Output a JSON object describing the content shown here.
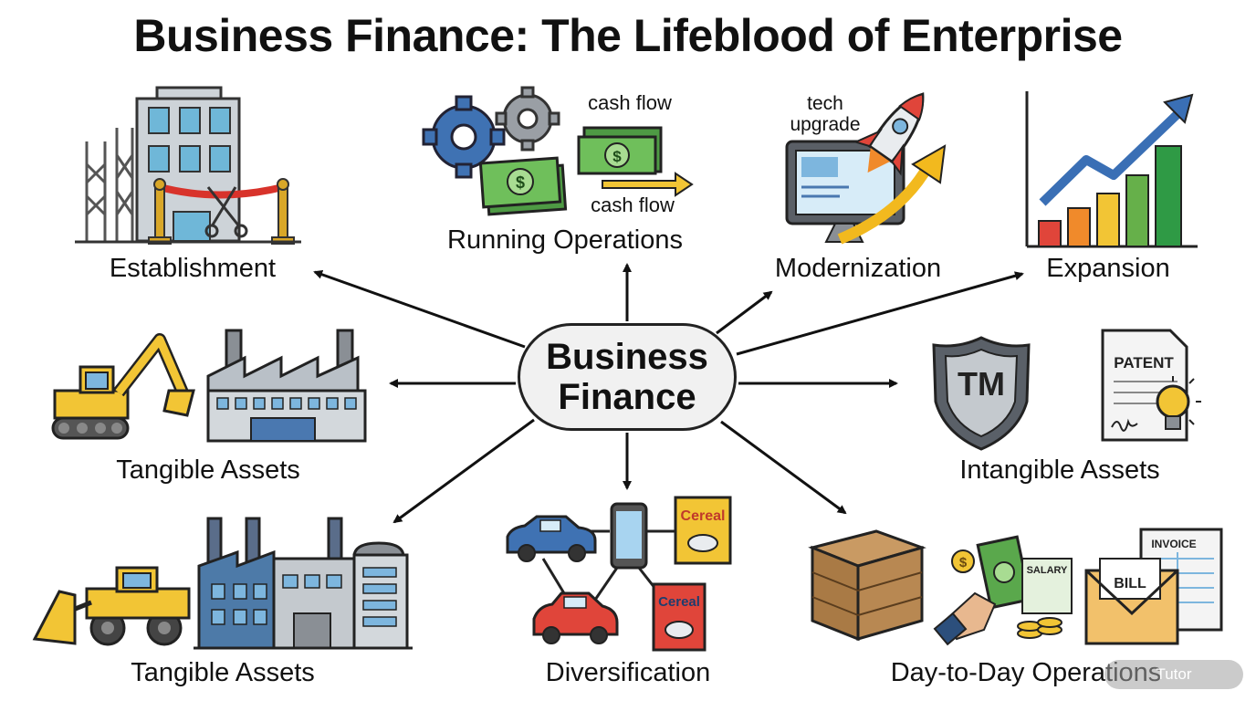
{
  "title": "Business Finance: The Lifeblood of Enterprise",
  "hub": {
    "line1": "Business",
    "line2": "Finance"
  },
  "labels": {
    "establishment": "Establishment",
    "running_operations": "Running Operations",
    "modernization": "Modernization",
    "expansion": "Expansion",
    "tangible_assets_top": "Tangible Assets",
    "intangible_assets": "Intangible Assets",
    "tangible_assets_bottom": "Tangible Assets",
    "diversification": "Diversification",
    "day_to_day_operations": "Day-to-Day Operations"
  },
  "illustration_text": {
    "cash_flow_top": "cash flow",
    "cash_flow_bottom": "cash flow",
    "tech": "tech",
    "upgrade": "upgrade",
    "tm": "TM",
    "patent": "PATENT",
    "cereal_1": "Cereal",
    "cereal_2": "Cereal",
    "salary": "SALARY",
    "invoice": "INVOICE",
    "bill": "BILL"
  },
  "watermark": "Tutor",
  "colors": {
    "arrow": "#111111",
    "hub_fill": "#f1f1f1",
    "money_green": "#5aa84c",
    "gear_blue": "#3f72b3",
    "chart_bars": [
      "#e0453a",
      "#f08a2b",
      "#f2c535",
      "#66b04a",
      "#2f9a45"
    ],
    "trend_arrow": "#3a6fb5"
  }
}
